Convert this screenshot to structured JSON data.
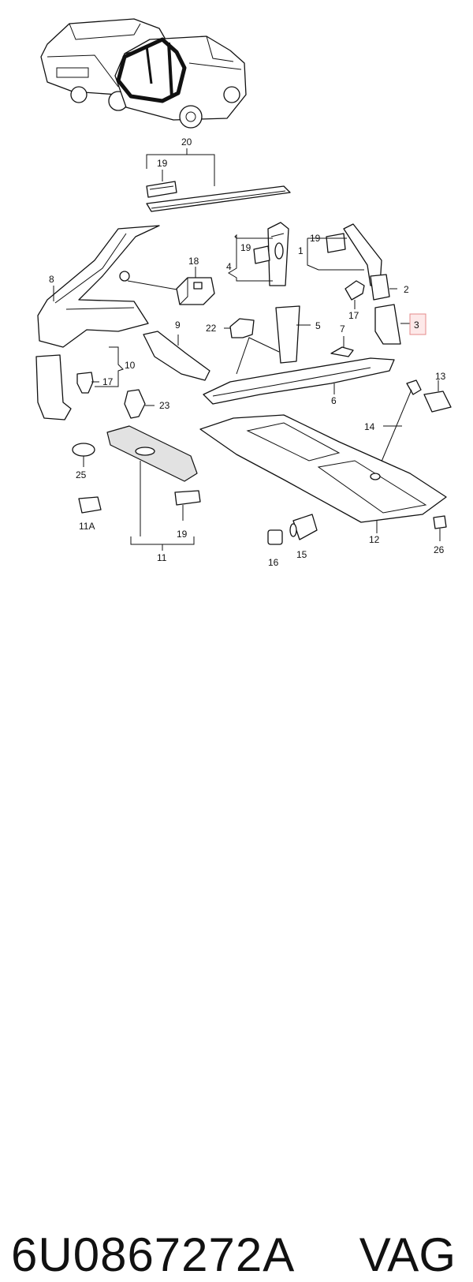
{
  "callouts": [
    {
      "id": "c20",
      "text": "20"
    },
    {
      "id": "c19a",
      "text": "19"
    },
    {
      "id": "c19b",
      "text": "19"
    },
    {
      "id": "c19c",
      "text": "19"
    },
    {
      "id": "c19d",
      "text": "19"
    },
    {
      "id": "c18",
      "text": "18"
    },
    {
      "id": "c8",
      "text": "8"
    },
    {
      "id": "c4",
      "text": "4"
    },
    {
      "id": "c1",
      "text": "1"
    },
    {
      "id": "c2",
      "text": "2"
    },
    {
      "id": "c17a",
      "text": "17"
    },
    {
      "id": "c3",
      "text": "3",
      "highlight": true
    },
    {
      "id": "c9",
      "text": "9"
    },
    {
      "id": "c22",
      "text": "22"
    },
    {
      "id": "c5",
      "text": "5"
    },
    {
      "id": "c7",
      "text": "7"
    },
    {
      "id": "c10",
      "text": "10"
    },
    {
      "id": "c17b",
      "text": "17"
    },
    {
      "id": "c6",
      "text": "6"
    },
    {
      "id": "c13",
      "text": "13"
    },
    {
      "id": "c23",
      "text": "23"
    },
    {
      "id": "c14",
      "text": "14"
    },
    {
      "id": "c25",
      "text": "25"
    },
    {
      "id": "c11a",
      "text": "11A"
    },
    {
      "id": "c12",
      "text": "12"
    },
    {
      "id": "c26",
      "text": "26"
    },
    {
      "id": "c16",
      "text": "16"
    },
    {
      "id": "c15",
      "text": "15"
    },
    {
      "id": "c11",
      "text": "11"
    }
  ],
  "caption": {
    "part_number": "6U0867272A",
    "brand": "VAG"
  },
  "colors": {
    "highlight_fill": "#fde9e9",
    "highlight_stroke": "#e58b8b",
    "line": "#111111"
  }
}
